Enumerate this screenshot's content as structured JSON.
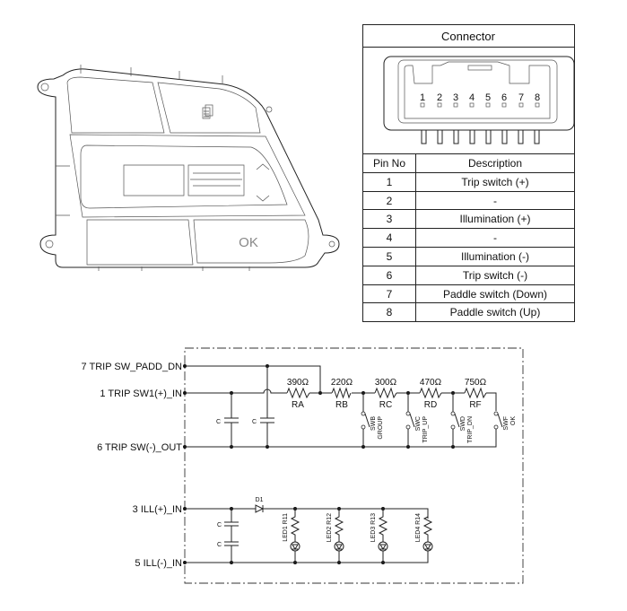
{
  "switch_drawing": {
    "ok_label": "OK"
  },
  "connector": {
    "title": "Connector",
    "pins": [
      "1",
      "2",
      "3",
      "4",
      "5",
      "6",
      "7",
      "8"
    ],
    "header": {
      "pin": "Pin No",
      "desc": "Description"
    },
    "rows": [
      {
        "pin": "1",
        "desc": "Trip switch (+)"
      },
      {
        "pin": "2",
        "desc": "-"
      },
      {
        "pin": "3",
        "desc": "Illumination (+)"
      },
      {
        "pin": "4",
        "desc": "-"
      },
      {
        "pin": "5",
        "desc": "Illumination (-)"
      },
      {
        "pin": "6",
        "desc": "Trip switch (-)"
      },
      {
        "pin": "7",
        "desc": "Paddle switch (Down)"
      },
      {
        "pin": "8",
        "desc": "Paddle switch (Up)"
      }
    ]
  },
  "circuit": {
    "terminals": {
      "padd_dn": "7 TRIP SW_PADD_DN",
      "sw1_in": "1 TRIP SW1(+)_IN",
      "sw_out": "6 TRIP SW(-)_OUT",
      "ill_in": "3 ILL(+)_IN",
      "ill_out": "5 ILL(-)_IN"
    },
    "cap_label": "C",
    "resistors": [
      {
        "name": "RA",
        "value": "390Ω"
      },
      {
        "name": "RB",
        "value": "220Ω"
      },
      {
        "name": "RC",
        "value": "300Ω"
      },
      {
        "name": "RD",
        "value": "470Ω"
      },
      {
        "name": "RF",
        "value": "750Ω"
      }
    ],
    "switches": [
      {
        "name": "SWB",
        "func": "GROUP"
      },
      {
        "name": "SWC",
        "func": "TRIP_UP"
      },
      {
        "name": "SWD",
        "func": "TRIP_DN"
      },
      {
        "name": "SWF",
        "func": "OK"
      }
    ],
    "diode": "D1",
    "leds": [
      "LED1 R11",
      "LED2 R12",
      "LED3 R13",
      "LED4 R14"
    ]
  }
}
